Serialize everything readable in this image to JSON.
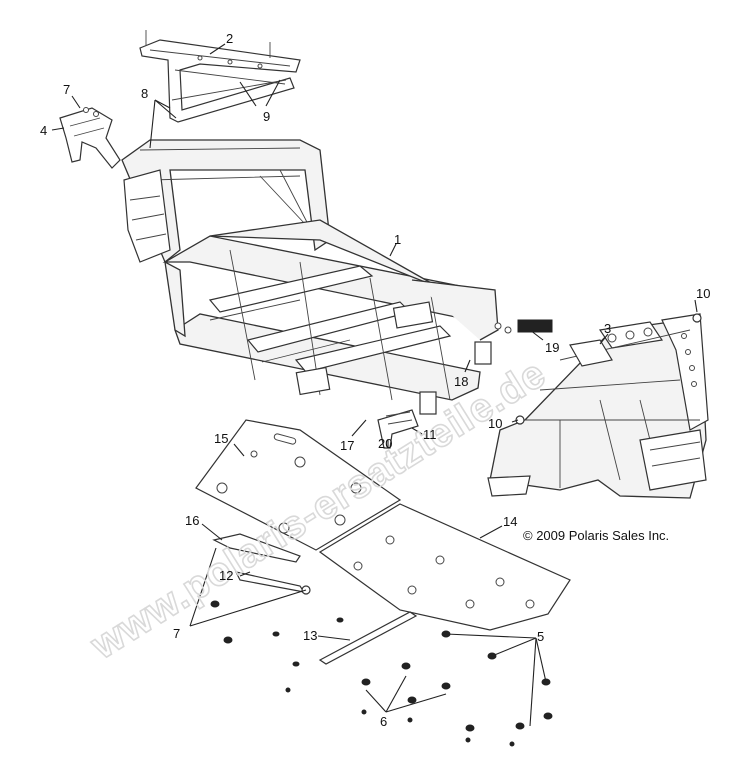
{
  "watermark": "www.polaris-ersatzteile.de",
  "copyright": "© 2009 Polaris Sales Inc.",
  "callouts": [
    "1",
    "2",
    "3",
    "4",
    "5",
    "6",
    "7",
    "8",
    "9",
    "10",
    "10",
    "11",
    "12",
    "13",
    "14",
    "15",
    "16",
    "17",
    "18",
    "19",
    "20",
    "7"
  ]
}
